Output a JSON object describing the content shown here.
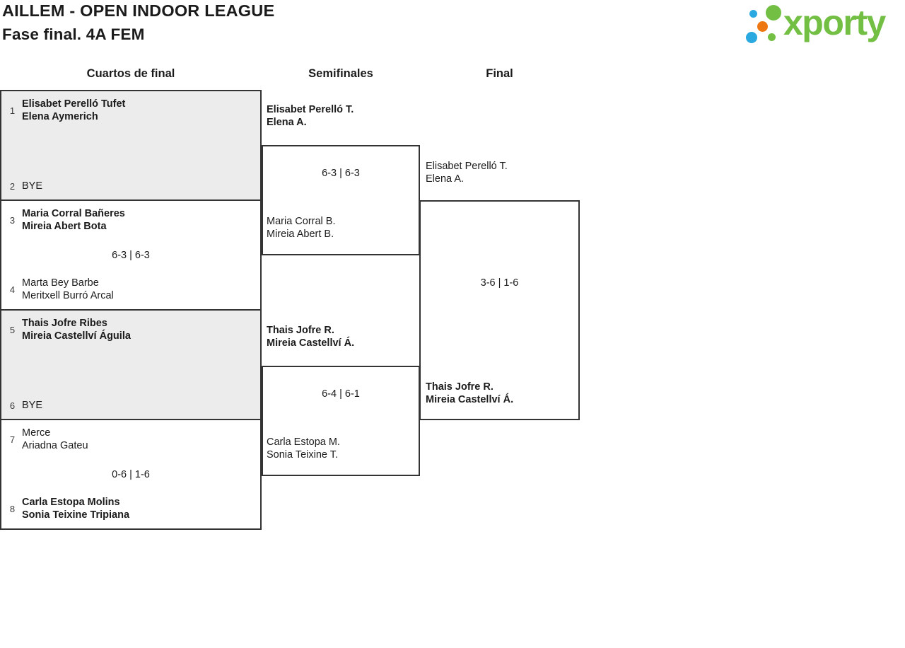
{
  "header": {
    "title": "AILLEM - OPEN INDOOR LEAGUE",
    "subtitle": "Fase final. 4A FEM",
    "brand": "xporty"
  },
  "colors": {
    "brand_green": "#72bf44",
    "brand_blue": "#29a9e0",
    "brand_orange": "#ee7711",
    "bye_cell_gray": "#ececec",
    "bracket_border": "#333333"
  },
  "columns": [
    {
      "label": "Cuartos de final"
    },
    {
      "label": "Semifinales"
    },
    {
      "label": "Final"
    }
  ],
  "bracket": {
    "quarterfinals": [
      {
        "seed1": "1",
        "team1": [
          "Elisabet Perelló Tufet",
          "Elena Aymerich"
        ],
        "seed2": "2",
        "team2": [
          "BYE"
        ],
        "score": ""
      },
      {
        "seed1": "3",
        "team1": [
          "Maria Corral Bañeres",
          "Mireia Abert Bota"
        ],
        "seed2": "4",
        "team2": [
          "Marta Bey Barbe",
          "Meritxell Burró Arcal"
        ],
        "score": "6-3 | 6-3"
      },
      {
        "seed1": "5",
        "team1": [
          "Thais Jofre Ribes",
          "Mireia Castellví Águila"
        ],
        "seed2": "6",
        "team2": [
          "BYE"
        ],
        "score": ""
      },
      {
        "seed1": "7",
        "team1": [
          "Merce",
          "Ariadna Gateu"
        ],
        "seed2": "8",
        "team2": [
          "Carla Estopa Molins",
          "Sonia Teixine Tripiana"
        ],
        "score": "0-6 | 1-6"
      }
    ],
    "semifinals": [
      {
        "team1": [
          "Elisabet Perelló T.",
          "Elena A."
        ],
        "team2": [
          "Maria Corral B.",
          "Mireia Abert B."
        ],
        "score": "6-3 | 6-3"
      },
      {
        "team1": [
          "Thais Jofre R.",
          "Mireia Castellví Á."
        ],
        "team2": [
          "Carla Estopa M.",
          "Sonia Teixine T."
        ],
        "score": "6-4 | 6-1"
      }
    ],
    "final": {
      "team1": [
        "Elisabet Perelló T.",
        "Elena A."
      ],
      "team2": [
        "Thais Jofre R.",
        "Mireia Castellví Á."
      ],
      "score": "3-6 | 1-6"
    }
  }
}
